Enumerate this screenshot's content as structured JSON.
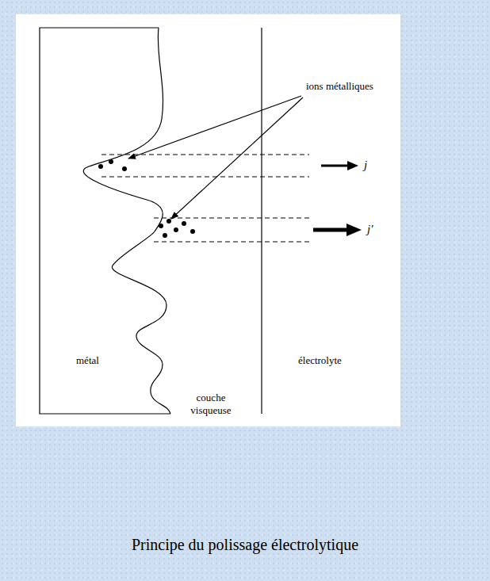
{
  "diagram": {
    "caption": "Principe du polissage électrolytique",
    "labels": [
      "ions métalliques",
      "j",
      "j'",
      "métal",
      "électrolyte",
      "couche visqueuse"
    ]
  }
}
